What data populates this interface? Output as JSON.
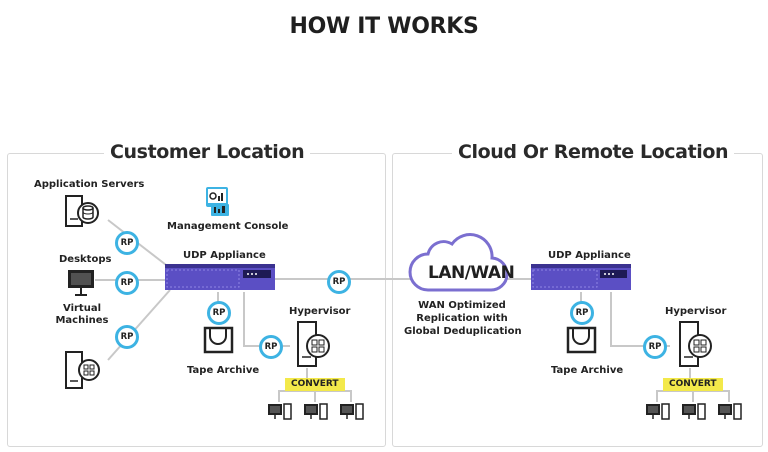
{
  "header": {
    "title": "HOW IT WORKS"
  },
  "customer": {
    "title": "Customer Location",
    "application_servers": "Application Servers",
    "management_console": "Management Console",
    "desktops": "Desktops",
    "virtual_machines_line1": "Virtual",
    "virtual_machines_line2": "Machines",
    "udp_appliance": "UDP Appliance",
    "tape_archive": "Tape Archive",
    "hypervisor": "Hypervisor",
    "convert": "CONVERT"
  },
  "network": {
    "label": "LAN/WAN",
    "caption_line1": "WAN Optimized",
    "caption_line2": "Replication with",
    "caption_line3": "Global Deduplication"
  },
  "cloud": {
    "title": "Cloud Or Remote Location",
    "udp_appliance": "UDP Appliance",
    "tape_archive": "Tape Archive",
    "hypervisor": "Hypervisor",
    "convert": "CONVERT"
  },
  "badges": {
    "rp": "RP"
  },
  "colors": {
    "appliance": "#5b4fc4",
    "rp_ring": "#3db3e3",
    "convert": "#f3e94a",
    "cloud_outline": "#7b6fd0",
    "console": "#3db3e3"
  },
  "icons": [
    "server-database-icon",
    "desktop-monitor-icon",
    "server-vm-icon",
    "management-console-icon",
    "appliance-icon",
    "tape-archive-icon",
    "hypervisor-server-icon",
    "cloud-icon",
    "workstation-icon"
  ]
}
